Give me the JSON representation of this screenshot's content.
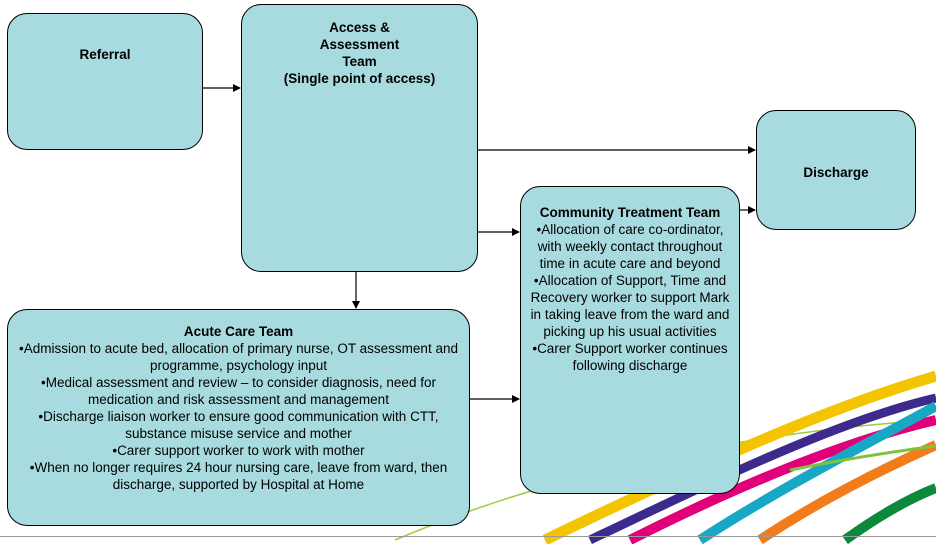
{
  "nodes": {
    "referral": {
      "title": "Referral"
    },
    "access": {
      "title_lines": [
        "Access &",
        "Assessment",
        "Team",
        "(Single point of access)"
      ]
    },
    "discharge": {
      "title": "Discharge"
    },
    "ctt": {
      "title": "Community Treatment Team",
      "bullets": [
        "Allocation of care co-ordinator, with weekly contact throughout time in acute care and beyond",
        "Allocation of Support, Time and Recovery worker to support Mark in taking leave from the ward and picking up his usual activities",
        "Carer Support worker continues following discharge"
      ]
    },
    "acute": {
      "title": "Acute Care Team",
      "bullets": [
        "Admission to acute bed, allocation of primary nurse, OT assessment and programme, psychology input",
        "Medical assessment and review – to consider diagnosis, need for medication and risk assessment and management",
        "Discharge liaison worker to ensure good communication with CTT, substance misuse service and mother",
        "Carer support worker to work with mother",
        "When no longer requires 24 hour nursing care, leave from ward, then discharge, supported by Hospital at Home"
      ]
    }
  },
  "edges": [
    {
      "from": "referral",
      "to": "access"
    },
    {
      "from": "access",
      "to": "discharge"
    },
    {
      "from": "access",
      "to": "ctt"
    },
    {
      "from": "access",
      "to": "acute"
    },
    {
      "from": "acute",
      "to": "ctt"
    },
    {
      "from": "ctt",
      "to": "discharge"
    }
  ],
  "colors": {
    "box_fill": "#a8dbe0",
    "box_border": "#000000",
    "swoosh": [
      "#f5c400",
      "#3c2a8c",
      "#e2007a",
      "#19a7c6",
      "#f07d1a",
      "#7fc241",
      "#0c8a3c"
    ]
  }
}
